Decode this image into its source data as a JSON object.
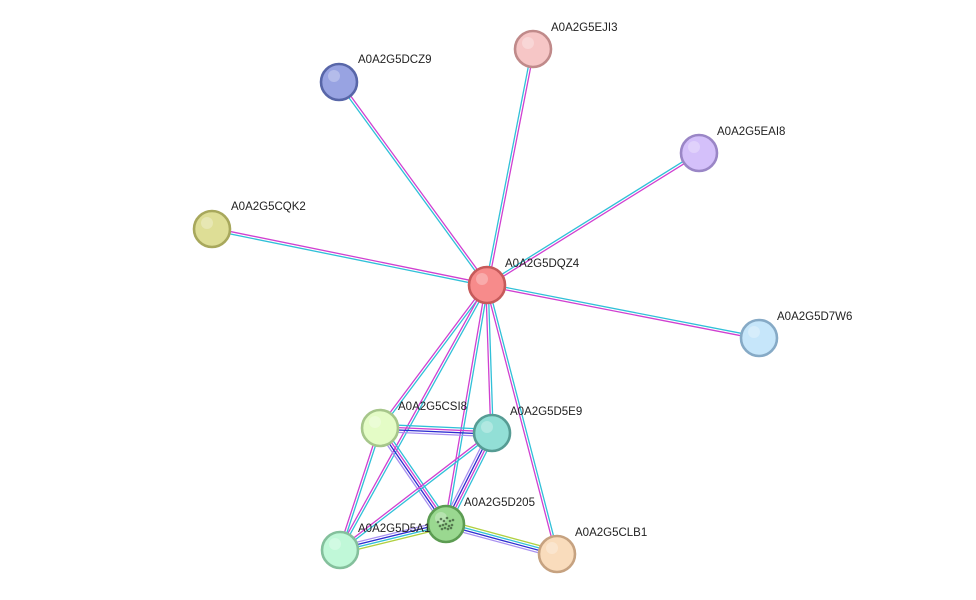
{
  "network": {
    "nodes": [
      {
        "id": "A0A2G5DQZ4",
        "label": "A0A2G5DQZ4",
        "fill": "#f78b8b",
        "stroke": "#c65a5a"
      },
      {
        "id": "A0A2G5EJI3",
        "label": "A0A2G5EJI3",
        "fill": "#f6c6c6",
        "stroke": "#c08a8a"
      },
      {
        "id": "A0A2G5DCZ9",
        "label": "A0A2G5DCZ9",
        "fill": "#98a3e2",
        "stroke": "#5866a8"
      },
      {
        "id": "A0A2G5EAI8",
        "label": "A0A2G5EAI8",
        "fill": "#d4c0fa",
        "stroke": "#9a86c6"
      },
      {
        "id": "A0A2G5CQK2",
        "label": "A0A2G5CQK2",
        "fill": "#dede96",
        "stroke": "#a8a85c"
      },
      {
        "id": "A0A2G5D7W6",
        "label": "A0A2G5D7W6",
        "fill": "#c6e6fa",
        "stroke": "#86aac6"
      },
      {
        "id": "A0A2G5CSI8",
        "label": "A0A2G5CSI8",
        "fill": "#e4fcc6",
        "stroke": "#a6c68a"
      },
      {
        "id": "A0A2G5D5E9",
        "label": "A0A2G5D5E9",
        "fill": "#92dfd6",
        "stroke": "#569c94"
      },
      {
        "id": "A0A2G5D205",
        "label": "A0A2G5D205",
        "fill": "#9ad890",
        "stroke": "#5c9c52"
      },
      {
        "id": "A0A2G5D5A1",
        "label": "A0A2G5D5A1",
        "fill": "#c0f8d8",
        "stroke": "#84c09c"
      },
      {
        "id": "A0A2G5CLB1",
        "label": "A0A2G5CLB1",
        "fill": "#f9dcbc",
        "stroke": "#c6a280"
      }
    ],
    "edge_colors": {
      "curated": "#30c0d8",
      "experimental": "#d040d0",
      "coexpression": "#2d2dd0",
      "homology": "#a890f0",
      "textmining": "#b0d040",
      "neighborhood": "#40a040"
    },
    "edges": [
      {
        "source": "A0A2G5DQZ4",
        "target": "A0A2G5EJI3",
        "types": [
          "curated",
          "experimental"
        ]
      },
      {
        "source": "A0A2G5DQZ4",
        "target": "A0A2G5DCZ9",
        "types": [
          "curated",
          "experimental"
        ]
      },
      {
        "source": "A0A2G5DQZ4",
        "target": "A0A2G5EAI8",
        "types": [
          "curated",
          "experimental"
        ]
      },
      {
        "source": "A0A2G5DQZ4",
        "target": "A0A2G5CQK2",
        "types": [
          "curated",
          "experimental"
        ]
      },
      {
        "source": "A0A2G5DQZ4",
        "target": "A0A2G5D7W6",
        "types": [
          "curated",
          "experimental"
        ]
      },
      {
        "source": "A0A2G5DQZ4",
        "target": "A0A2G5CSI8",
        "types": [
          "curated",
          "experimental"
        ]
      },
      {
        "source": "A0A2G5DQZ4",
        "target": "A0A2G5D5E9",
        "types": [
          "curated",
          "experimental"
        ]
      },
      {
        "source": "A0A2G5DQZ4",
        "target": "A0A2G5D205",
        "types": [
          "curated",
          "experimental"
        ]
      },
      {
        "source": "A0A2G5DQZ4",
        "target": "A0A2G5D5A1",
        "types": [
          "curated",
          "experimental"
        ]
      },
      {
        "source": "A0A2G5DQZ4",
        "target": "A0A2G5CLB1",
        "types": [
          "curated",
          "experimental"
        ]
      },
      {
        "source": "A0A2G5CSI8",
        "target": "A0A2G5D5E9",
        "types": [
          "curated",
          "experimental",
          "coexpression",
          "homology"
        ]
      },
      {
        "source": "A0A2G5CSI8",
        "target": "A0A2G5D205",
        "types": [
          "curated",
          "experimental",
          "coexpression",
          "homology"
        ]
      },
      {
        "source": "A0A2G5CSI8",
        "target": "A0A2G5D5A1",
        "types": [
          "curated",
          "experimental"
        ]
      },
      {
        "source": "A0A2G5D5E9",
        "target": "A0A2G5D205",
        "types": [
          "curated",
          "experimental",
          "coexpression",
          "homology"
        ]
      },
      {
        "source": "A0A2G5D5E9",
        "target": "A0A2G5D5A1",
        "types": [
          "curated",
          "experimental"
        ]
      },
      {
        "source": "A0A2G5D205",
        "target": "A0A2G5D5A1",
        "types": [
          "textmining",
          "curated",
          "coexpression",
          "homology"
        ]
      },
      {
        "source": "A0A2G5D205",
        "target": "A0A2G5CLB1",
        "types": [
          "textmining",
          "curated",
          "coexpression",
          "homology"
        ]
      }
    ]
  }
}
